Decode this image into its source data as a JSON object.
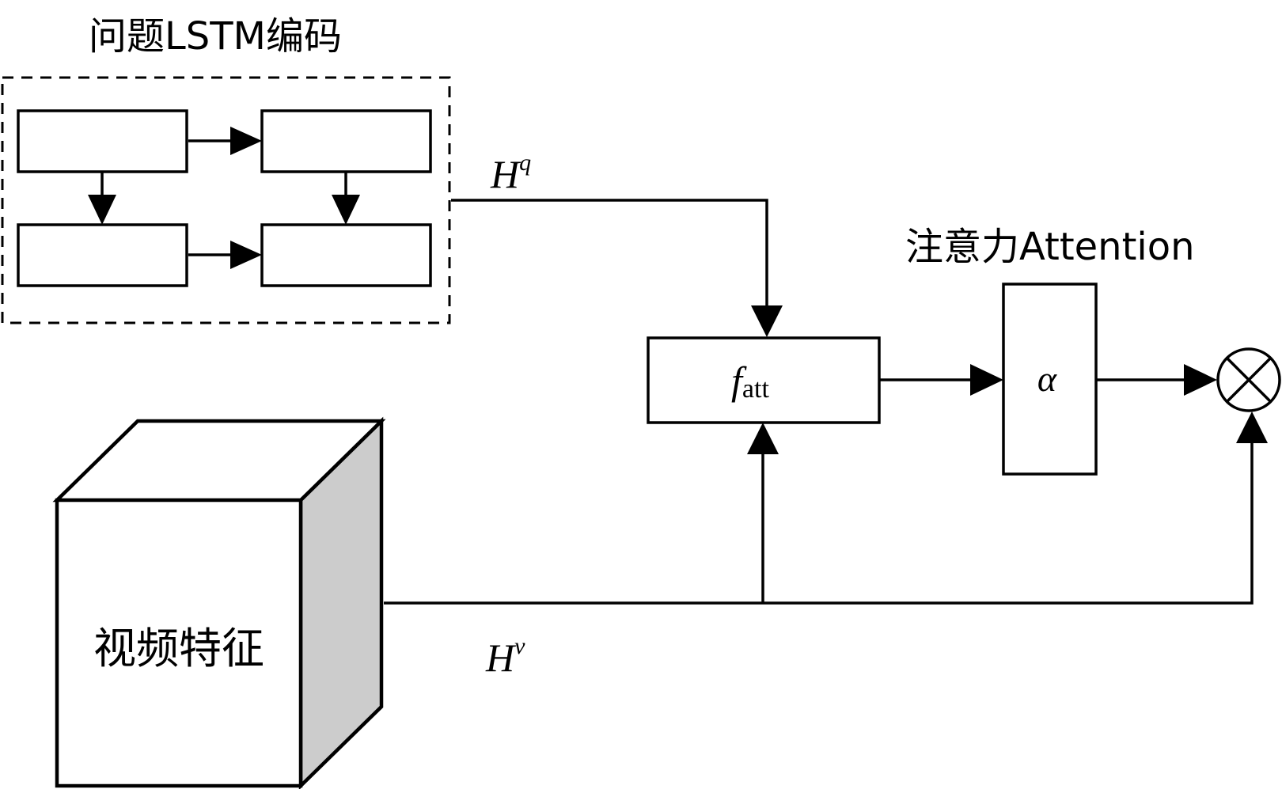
{
  "diagram": {
    "lstm_title": "问题LSTM编码",
    "attention_title": "注意力Attention",
    "video_label": "视频特征",
    "fatt": {
      "base": "f",
      "subscript": "att"
    },
    "alpha": "α",
    "hq": {
      "base": "H",
      "superscript": "q"
    },
    "hv": {
      "base": "H",
      "superscript": "v"
    },
    "multiply_symbol": "⊗"
  },
  "colors": {
    "stroke": "#000000",
    "background": "#ffffff",
    "cube_side": "#cccccc"
  }
}
